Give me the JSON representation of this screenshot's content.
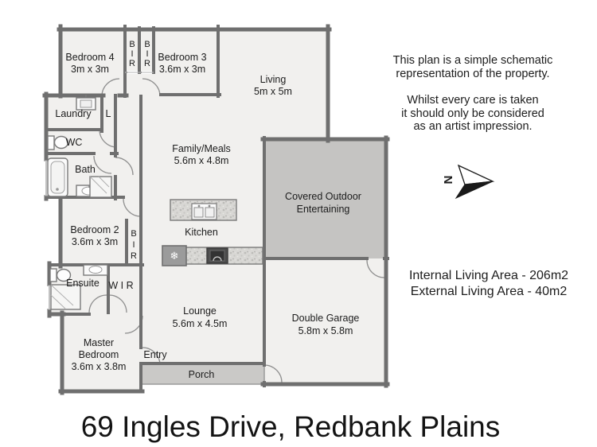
{
  "title": "69 Ingles Drive, Redbank Plains",
  "disclaimer": {
    "line1": "This plan is a simple schematic",
    "line2": "representation of the property.",
    "line3": "Whilst every care is taken",
    "line4": "it should only be considered",
    "line5": "as an artist impression."
  },
  "areas": {
    "internal": "Internal Living Area - 206m2",
    "external": "External Living Area - 40m2"
  },
  "compass": {
    "label": "N"
  },
  "rooms": {
    "bedroom4": {
      "name": "Bedroom 4",
      "dims": "3m x 3m"
    },
    "bedroom3": {
      "name": "Bedroom 3",
      "dims": "3.6m x 3m"
    },
    "living": {
      "name": "Living",
      "dims": "5m x 5m"
    },
    "family": {
      "name": "Family/Meals",
      "dims": "5.6m x 4.8m"
    },
    "kitchen": {
      "name": "Kitchen"
    },
    "lounge": {
      "name": "Lounge",
      "dims": "5.6m x 4.5m"
    },
    "bedroom2": {
      "name": "Bedroom 2",
      "dims": "3.6m x 3m"
    },
    "master": {
      "name1": "Master",
      "name2": "Bedroom",
      "dims": "3.6m x 3.8m"
    },
    "laundry": {
      "name": "Laundry"
    },
    "linen": {
      "name": "L"
    },
    "wc": {
      "name": "WC"
    },
    "bath": {
      "name": "Bath"
    },
    "ensuite": {
      "name": "Ensuite"
    },
    "wir": {
      "name": "W I R"
    },
    "entry": {
      "name": "Entry"
    },
    "porch": {
      "name": "Porch"
    },
    "garage": {
      "name": "Double Garage",
      "dims": "5.8m x 5.8m"
    },
    "outdoor": {
      "name1": "Covered Outdoor",
      "name2": "Entertaining"
    },
    "bir_letters": [
      "B",
      "I",
      "R"
    ]
  },
  "icons": {
    "fridge": "❄"
  },
  "colors": {
    "wall": "#6f6f6f",
    "floor": "#f1f0ee",
    "outdoor": "#c5c4c2",
    "porch": "#cac9c7",
    "fridge": "#9b9b9b",
    "stove": "#4c4c4c"
  }
}
